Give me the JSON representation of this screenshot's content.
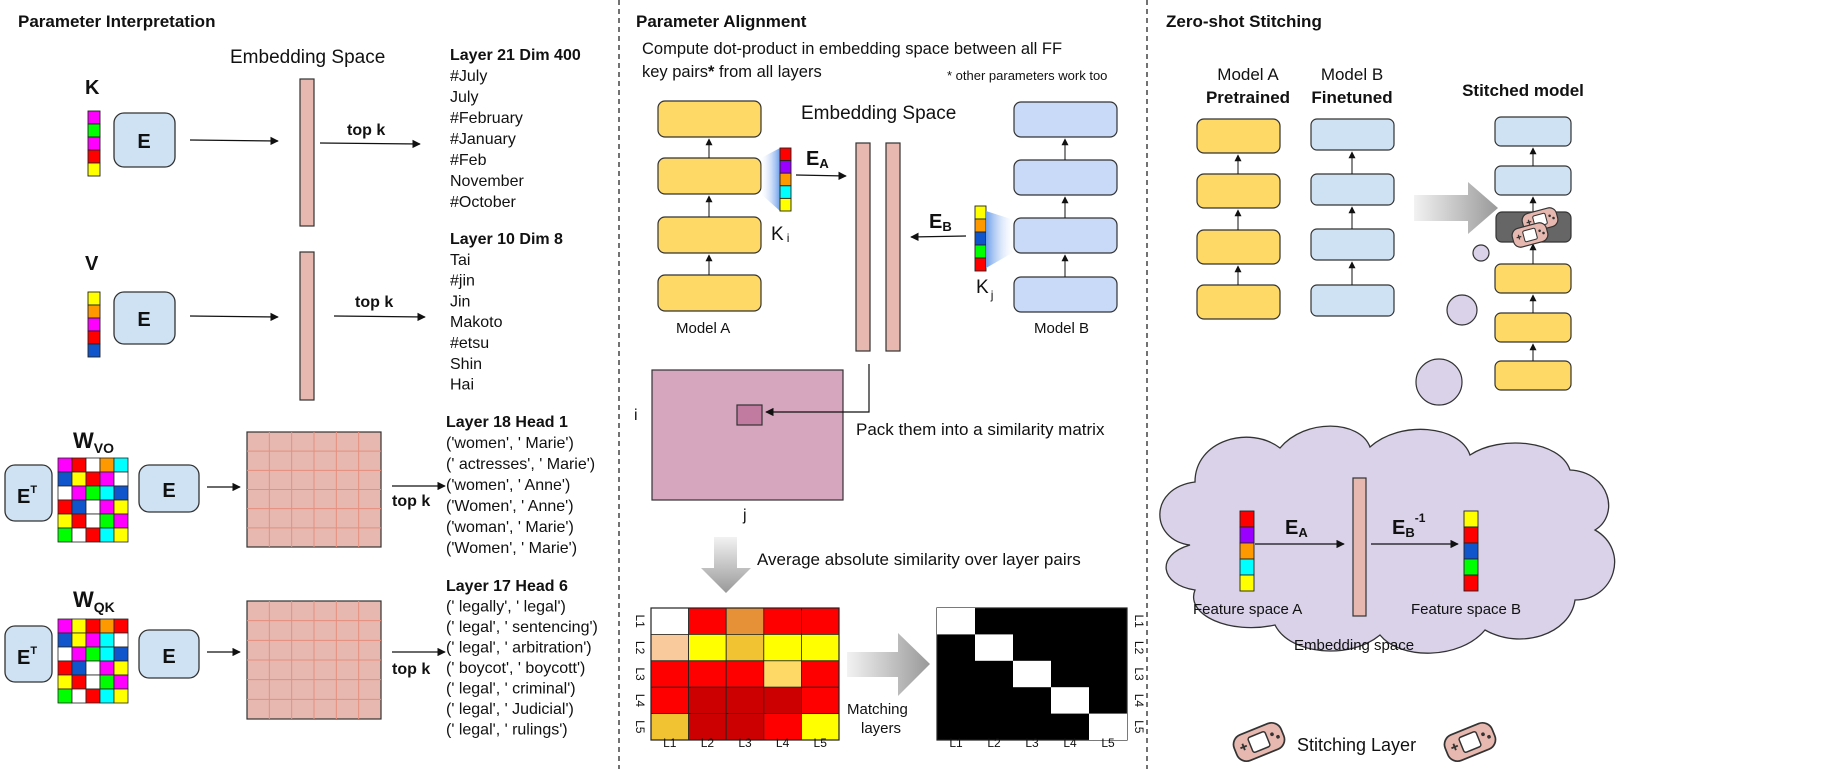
{
  "colors": {
    "yellow": "#ffd966",
    "lightblue": "#cfe2f3",
    "periwinkle": "#c9daf8",
    "embed_pink": "#e6b8af",
    "matrix_fill": "#e6b8af",
    "matrix_line": "#e58f7e",
    "sim_matrix": "#d5a6bd",
    "cloud": "#d9d2e9",
    "arrow_grey": "#999999"
  },
  "left": {
    "title": "Parameter Interpretation",
    "embedding_space": "Embedding Space",
    "k": "K",
    "v": "V",
    "e": "E",
    "et_base": "E",
    "et_sup": "T",
    "w_vo": "W",
    "w_vo_sub": "VO",
    "w_qk": "W",
    "w_qk_sub": "QK",
    "topk": "top k",
    "lists": [
      {
        "header": "Layer 21 Dim 400",
        "items": [
          "#July",
          "July",
          "#February",
          "#January",
          "#Feb",
          "November",
          "#October"
        ]
      },
      {
        "header": "Layer 10 Dim 8",
        "items": [
          "Tai",
          "#jin",
          "Jin",
          "Makoto",
          "#etsu",
          "Shin",
          "Hai"
        ]
      },
      {
        "header": "Layer 18 Head 1",
        "items": [
          "('women', ' Marie')",
          "(' actresses', ' Marie')",
          "('women', ' Anne')",
          "('Women', ' Anne')",
          "('woman', ' Marie')",
          "('Women', ' Marie')"
        ]
      },
      {
        "header": "Layer 17 Head 6",
        "items": [
          "(' legally', ' legal')",
          "(' legal', ' sentencing')",
          "(' legal', ' arbitration')",
          "(' boycot', ' boycott')",
          "(' legal', ' criminal')",
          "(' legal', ' Judicial')",
          "(' legal', ' rulings')"
        ]
      }
    ]
  },
  "middle": {
    "title": "Parameter Alignment",
    "desc_line1": "Compute dot-product in embedding space between all  FF",
    "desc_line2_a": "key pairs",
    "desc_line2_star": "*",
    "desc_line2_b": " from all layers",
    "footnote": "* other parameters work too",
    "embedding_space": "Embedding Space",
    "ea": "E",
    "ea_sub": "A",
    "eb": "E",
    "eb_sub": "B",
    "ki": "K",
    "ki_sub": "i",
    "kj": "K",
    "kj_sub": "j",
    "model_a": "Model A",
    "model_b": "Model B",
    "i": "i",
    "j": "j",
    "pack": "Pack them into a similarity matrix",
    "average": "Average absolute similarity over layer pairs",
    "matching_line1": "Matching",
    "matching_line2": "layers",
    "layer_labels": [
      "L1",
      "L2",
      "L3",
      "L4",
      "L5"
    ]
  },
  "right": {
    "title": "Zero-shot Stitching",
    "model_a": "Model A",
    "pretrained": "Pretrained",
    "model_b": "Model B",
    "finetuned": "Finetuned",
    "stitched": "Stitched model",
    "ea": "E",
    "ea_sub": "A",
    "eb": "E",
    "eb_sub": "B",
    "eb_sup": "-1",
    "feature_a": "Feature space A",
    "feature_b": "Feature space B",
    "embedding_space": "Embedding space",
    "stitching_layer": "Stitching Layer"
  },
  "chart_data": [
    {
      "type": "heatmap",
      "title": "",
      "x": [
        "L1",
        "L2",
        "L3",
        "L4",
        "L5"
      ],
      "y": [
        "L1",
        "L2",
        "L3",
        "L4",
        "L5"
      ],
      "colors": [
        [
          "#ffffff",
          "#ff0000",
          "#e69138",
          "#ff0000",
          "#ff0000"
        ],
        [
          "#f9cb9c",
          "#ffff00",
          "#f1c232",
          "#ffff00",
          "#ffff00"
        ],
        [
          "#ff0000",
          "#ff0000",
          "#ff0000",
          "#ffd966",
          "#ff0000"
        ],
        [
          "#ff0000",
          "#cc0000",
          "#cc0000",
          "#cc0000",
          "#ff0000"
        ],
        [
          "#f1c232",
          "#cc0000",
          "#cc0000",
          "#ff0000",
          "#ffff00"
        ]
      ]
    },
    {
      "type": "heatmap",
      "title": "",
      "x": [
        "L1",
        "L2",
        "L3",
        "L4",
        "L5"
      ],
      "y": [
        "L1",
        "L2",
        "L3",
        "L4",
        "L5"
      ],
      "matches": [
        [
          1,
          1
        ],
        [
          2,
          2
        ],
        [
          3,
          3
        ],
        [
          4,
          4
        ],
        [
          5,
          5
        ]
      ]
    }
  ]
}
